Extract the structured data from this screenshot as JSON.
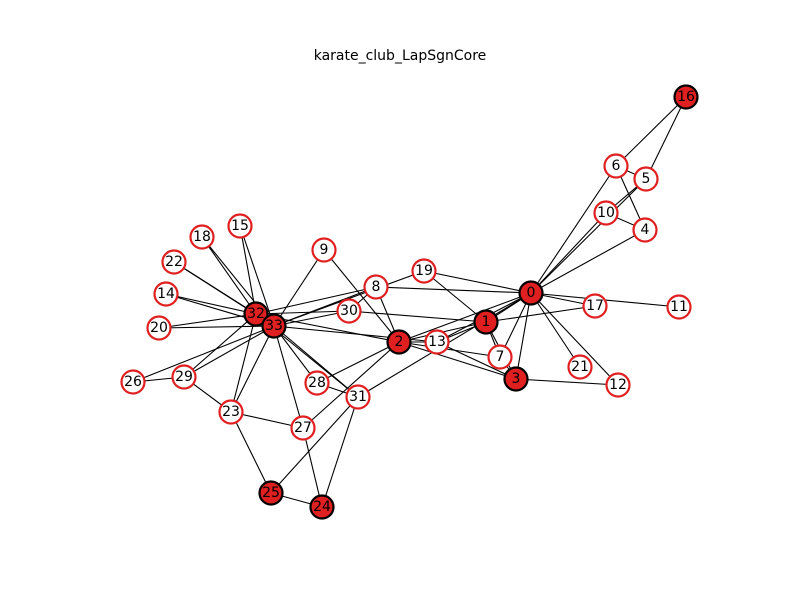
{
  "title": "karate_club_LapSgnCore",
  "colors": {
    "core_fill": "#e02020",
    "core_stroke": "#000000",
    "other_fill": "#ffffff",
    "other_stroke": "#e02020",
    "edge": "#000000",
    "label": "#000000"
  },
  "graph": {
    "core_nodes": [
      "0",
      "1",
      "2",
      "3",
      "16",
      "24",
      "25",
      "32",
      "33"
    ],
    "nodes": [
      "0",
      "1",
      "2",
      "3",
      "4",
      "5",
      "6",
      "7",
      "8",
      "9",
      "10",
      "11",
      "12",
      "13",
      "14",
      "15",
      "16",
      "17",
      "18",
      "19",
      "20",
      "21",
      "22",
      "23",
      "24",
      "25",
      "26",
      "27",
      "28",
      "29",
      "30",
      "31",
      "32",
      "33"
    ],
    "edges": [
      [
        "0",
        "1"
      ],
      [
        "0",
        "2"
      ],
      [
        "0",
        "3"
      ],
      [
        "0",
        "4"
      ],
      [
        "0",
        "5"
      ],
      [
        "0",
        "6"
      ],
      [
        "0",
        "7"
      ],
      [
        "0",
        "8"
      ],
      [
        "0",
        "10"
      ],
      [
        "0",
        "11"
      ],
      [
        "0",
        "12"
      ],
      [
        "0",
        "13"
      ],
      [
        "0",
        "17"
      ],
      [
        "0",
        "19"
      ],
      [
        "0",
        "21"
      ],
      [
        "0",
        "31"
      ],
      [
        "1",
        "2"
      ],
      [
        "1",
        "3"
      ],
      [
        "1",
        "7"
      ],
      [
        "1",
        "13"
      ],
      [
        "1",
        "17"
      ],
      [
        "1",
        "19"
      ],
      [
        "1",
        "30"
      ],
      [
        "2",
        "3"
      ],
      [
        "2",
        "7"
      ],
      [
        "2",
        "8"
      ],
      [
        "2",
        "9"
      ],
      [
        "2",
        "13"
      ],
      [
        "2",
        "27"
      ],
      [
        "2",
        "28"
      ],
      [
        "2",
        "32"
      ],
      [
        "3",
        "7"
      ],
      [
        "3",
        "12"
      ],
      [
        "3",
        "13"
      ],
      [
        "4",
        "6"
      ],
      [
        "4",
        "10"
      ],
      [
        "5",
        "6"
      ],
      [
        "5",
        "10"
      ],
      [
        "5",
        "16"
      ],
      [
        "6",
        "16"
      ],
      [
        "8",
        "30"
      ],
      [
        "8",
        "32"
      ],
      [
        "8",
        "33"
      ],
      [
        "9",
        "33"
      ],
      [
        "13",
        "33"
      ],
      [
        "14",
        "32"
      ],
      [
        "14",
        "33"
      ],
      [
        "15",
        "32"
      ],
      [
        "15",
        "33"
      ],
      [
        "18",
        "32"
      ],
      [
        "18",
        "33"
      ],
      [
        "19",
        "33"
      ],
      [
        "20",
        "32"
      ],
      [
        "20",
        "33"
      ],
      [
        "22",
        "32"
      ],
      [
        "22",
        "33"
      ],
      [
        "23",
        "25"
      ],
      [
        "23",
        "27"
      ],
      [
        "23",
        "29"
      ],
      [
        "23",
        "32"
      ],
      [
        "23",
        "33"
      ],
      [
        "24",
        "25"
      ],
      [
        "24",
        "27"
      ],
      [
        "24",
        "31"
      ],
      [
        "25",
        "31"
      ],
      [
        "26",
        "29"
      ],
      [
        "26",
        "33"
      ],
      [
        "27",
        "33"
      ],
      [
        "28",
        "31"
      ],
      [
        "28",
        "33"
      ],
      [
        "29",
        "32"
      ],
      [
        "29",
        "33"
      ],
      [
        "30",
        "32"
      ],
      [
        "30",
        "33"
      ],
      [
        "31",
        "32"
      ],
      [
        "31",
        "33"
      ],
      [
        "32",
        "33"
      ]
    ]
  }
}
